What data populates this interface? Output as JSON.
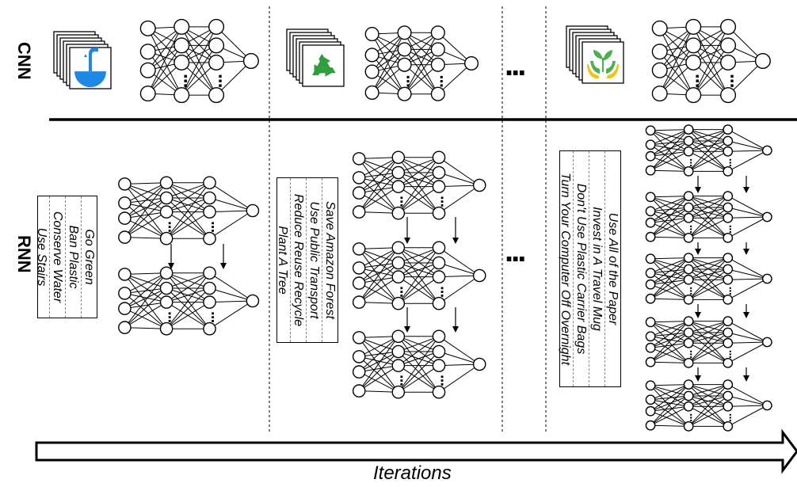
{
  "rows": {
    "cnn_label": "CNN",
    "rnn_label": "RNN"
  },
  "axis": {
    "label": "Iterations"
  },
  "ellipsis": {
    "cnn": "...",
    "rnn": "..."
  },
  "columns": [
    {
      "icon": "water-tap-icon",
      "goals": [
        "Go Green",
        "Ban Plastic",
        "Conserve Water",
        "Use Stairs"
      ]
    },
    {
      "icon": "recycle-icon",
      "goals": [
        "Save Amazon Forest",
        "Use Public Transport",
        "Reduce Reuse Recycle",
        "Plant A Tree"
      ]
    },
    {
      "icon": "plant-hands-icon",
      "goals": [
        "Use All of the Paper",
        "Invest in A Travel Mug",
        "Don't Use Plastic Carrier Bags",
        "Turn Your Computer Off Overnight"
      ]
    }
  ],
  "colors": {
    "line": "#000000",
    "water_blue": "#1e88e5",
    "recycle_green": "#2e9e3e",
    "plant_green": "#4caf50",
    "hands_yellow": "#f0c419"
  }
}
